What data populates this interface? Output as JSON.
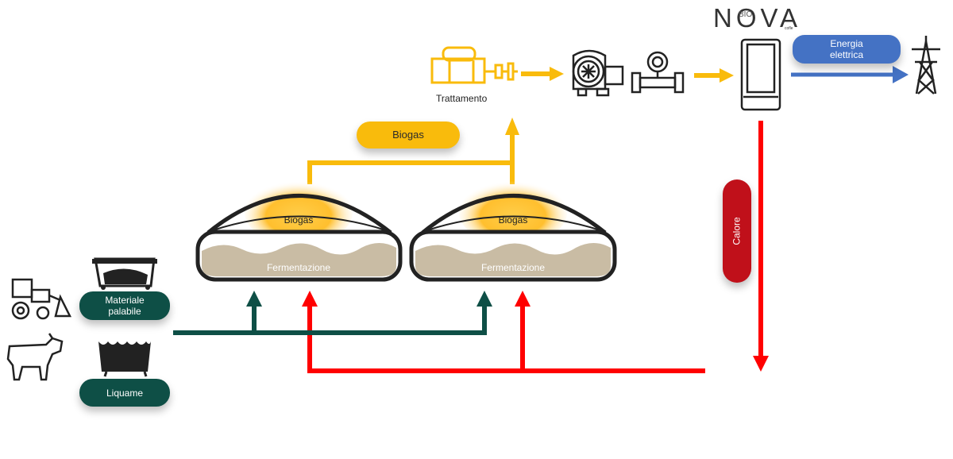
{
  "logo": {
    "word": "NOVA",
    "inner": "BIO",
    "tiny": "cofle"
  },
  "labels": {
    "treatment": "Trattamento",
    "biogas_pill": "Biogas",
    "energy_line1": "Energia",
    "energy_line2": "elettrica",
    "heat": "Calore",
    "solid_line1": "Materiale",
    "solid_line2": "palabile",
    "slurry": "Liquame"
  },
  "tanks": [
    {
      "gas": "Biogas",
      "fermentation": "Fermentazione"
    },
    {
      "gas": "Biogas",
      "fermentation": "Fermentazione"
    }
  ],
  "colors": {
    "biogas": "#f9bb0c",
    "feed": "#0e4f46",
    "heat": "#ff0000",
    "electricity": "#4472c4",
    "digestate": "#c9bca4"
  },
  "icons": [
    "tractor-icon",
    "cow-icon",
    "solid-hopper-icon",
    "slurry-tank-icon",
    "gas-treatment-icon",
    "blower-icon",
    "flow-meter-icon",
    "chp-unit-icon",
    "power-pylon-icon"
  ]
}
